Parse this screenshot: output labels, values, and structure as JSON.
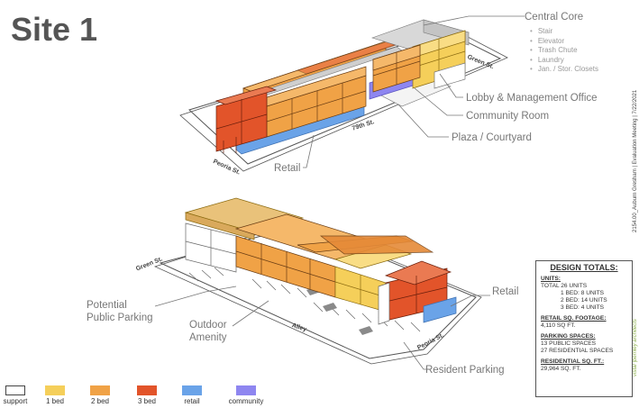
{
  "title": "Site 1",
  "callouts": {
    "central_core": "Central Core",
    "lobby": "Lobby & Management Office",
    "community_room": "Community Room",
    "plaza": "Plaza / Courtyard",
    "retail_top": "Retail",
    "potential_parking_1": "Potential",
    "potential_parking_2": "Public Parking",
    "outdoor_1": "Outdoor",
    "outdoor_2": "Amenity",
    "resident_parking": "Resident Parking",
    "retail_bottom": "Retail"
  },
  "core_items": [
    "Stair",
    "Elevator",
    "Trash Chute",
    "Laundry",
    "Jan. / Stor. Closets"
  ],
  "streets": {
    "green_top": "Green St.",
    "st79": "79th St.",
    "peoria_top": "Peoria St.",
    "green_bottom": "Green St.",
    "alley": "Alley",
    "peoria_bottom": "Peoria St."
  },
  "meta_text": "2154.00_Auburn Gresham | Evaluation Meeting | 7/22/2021",
  "brand_text": "vistal |bernley architects",
  "totals": {
    "heading": "DESIGN TOTALS:",
    "units_h": "UNITS:",
    "units_total": "TOTAL 26 UNITS",
    "units_1": "1 BED:  8 UNITS",
    "units_2": "2 BED: 14 UNITS",
    "units_3": "3 BED: 4 UNITS",
    "retail_h": "RETAIL SQ. FOOTAGE:",
    "retail_v": "4,110 SQ FT.",
    "parking_h": "PARKING SPACES:",
    "parking_1": "13 PUBLIC SPACES",
    "parking_2": "27 RESIDENTIAL SPACES",
    "res_h": "RESIDENTIAL SQ. FT.:",
    "res_v": "29,964 SQ. FT."
  },
  "legend": [
    {
      "label": "support",
      "color": "#ffffff"
    },
    {
      "label": "1 bed",
      "color": "#f5cf5a"
    },
    {
      "label": "2 bed",
      "color": "#f0a246"
    },
    {
      "label": "3 bed",
      "color": "#e2542a"
    },
    {
      "label": "retail",
      "color": "#6aa3e8"
    },
    {
      "label": "community",
      "color": "#8e86f0"
    }
  ],
  "colors": {
    "support": "#ffffff",
    "one_bed": "#f5cf5a",
    "two_bed": "#f0a246",
    "three_bed": "#e2542a",
    "retail": "#6aa3e8",
    "community": "#8e86f0",
    "core": "#cfcfcf",
    "line": "#555555"
  }
}
